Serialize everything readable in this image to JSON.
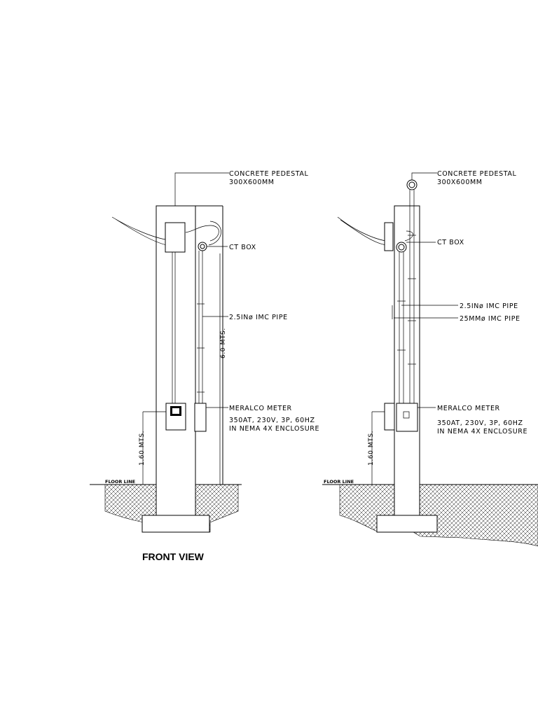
{
  "front_view": {
    "pedestal_label": [
      "CONCRETE PEDESTAL",
      "300X600MM"
    ],
    "ct_box_label": "CT BOX",
    "pipe_label": "2.5INø IMC PIPE",
    "height_label": "6.0 MTS.",
    "meter_label": "MERALCO METER",
    "enclosure_label": [
      "350AT, 230V, 3P, 60HZ",
      "IN NEMA 4X ENCLOSURE"
    ],
    "meter_height_label": "1.60 MTS.",
    "floor_label": "FLOOR LINE",
    "title": "FRONT VIEW"
  },
  "side_view": {
    "pedestal_label": [
      "CONCRETE PEDESTAL",
      "300X600MM"
    ],
    "ct_box_label": "CT BOX",
    "pipe_label_1": "2.5INø IMC PIPE",
    "pipe_label_2": "25MMø IMC PIPE",
    "meter_label": "MERALCO METER",
    "enclosure_label": [
      "350AT, 230V, 3P, 60HZ",
      "IN NEMA 4X ENCLOSURE"
    ],
    "meter_height_label": "1.60 MTS.",
    "floor_label": "FLOOR LINE"
  }
}
